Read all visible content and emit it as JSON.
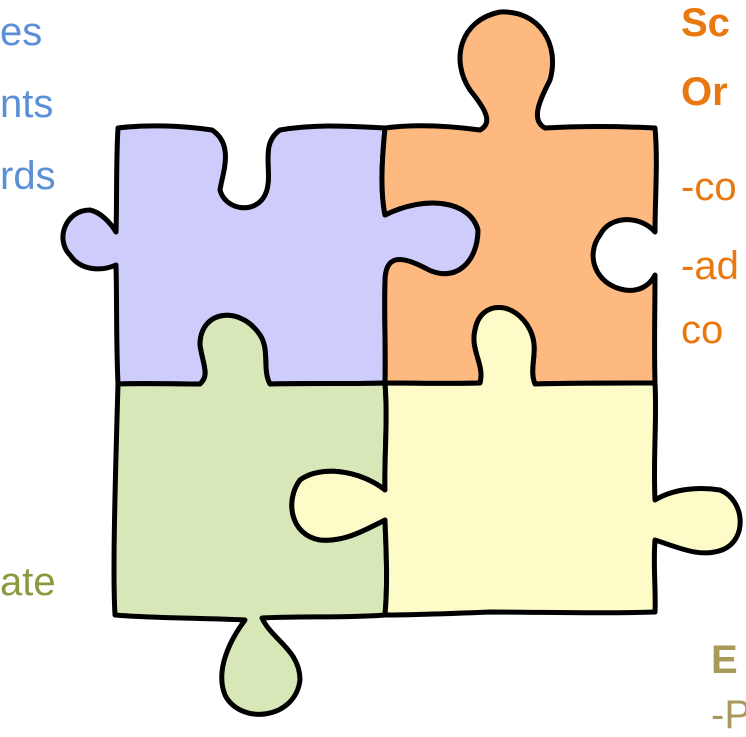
{
  "left_text": {
    "line1": "es",
    "line2": "nts",
    "line3": "rds",
    "line4": "ate"
  },
  "right_text": {
    "heading1": "Sc",
    "heading2": "Or",
    "item1": "-co",
    "item2": "-ad",
    "item3": "co",
    "heading3": "E",
    "item4": "-P"
  },
  "colors": {
    "piece_purple": "#cdccfa",
    "piece_orange": "#fdb97f",
    "piece_green": "#d7e7b7",
    "piece_yellow": "#fdfcc9",
    "text_blue": "#5b8fd6",
    "text_orange": "#e8780f",
    "text_olive": "#8a9a3c",
    "text_khaki": "#a89a5a"
  }
}
